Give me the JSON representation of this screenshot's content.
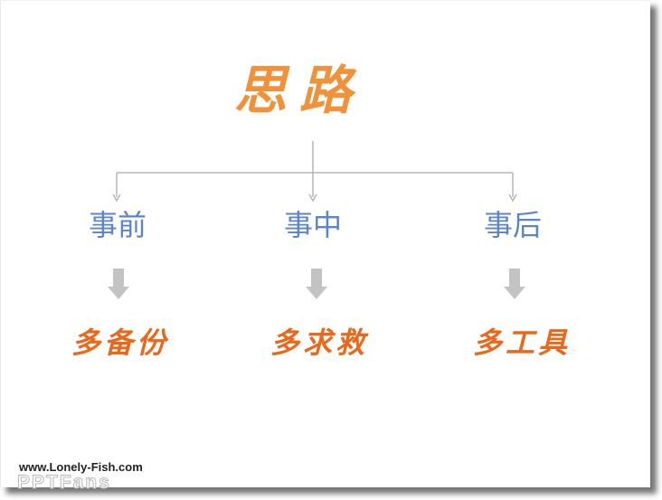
{
  "title": "思路",
  "stages": [
    {
      "label": "事前",
      "step": "多备份"
    },
    {
      "label": "事中",
      "step": "多求救"
    },
    {
      "label": "事后",
      "step": "多工具"
    }
  ],
  "footer": {
    "site": "www.Lonely-Fish.com",
    "watermark": "PPTFans"
  },
  "colors": {
    "title": "#f0923a",
    "stage": "#5a84cc",
    "step": "#e8681c",
    "connector": "#b5b5b5",
    "down_arrow": "#c3c3c3"
  }
}
